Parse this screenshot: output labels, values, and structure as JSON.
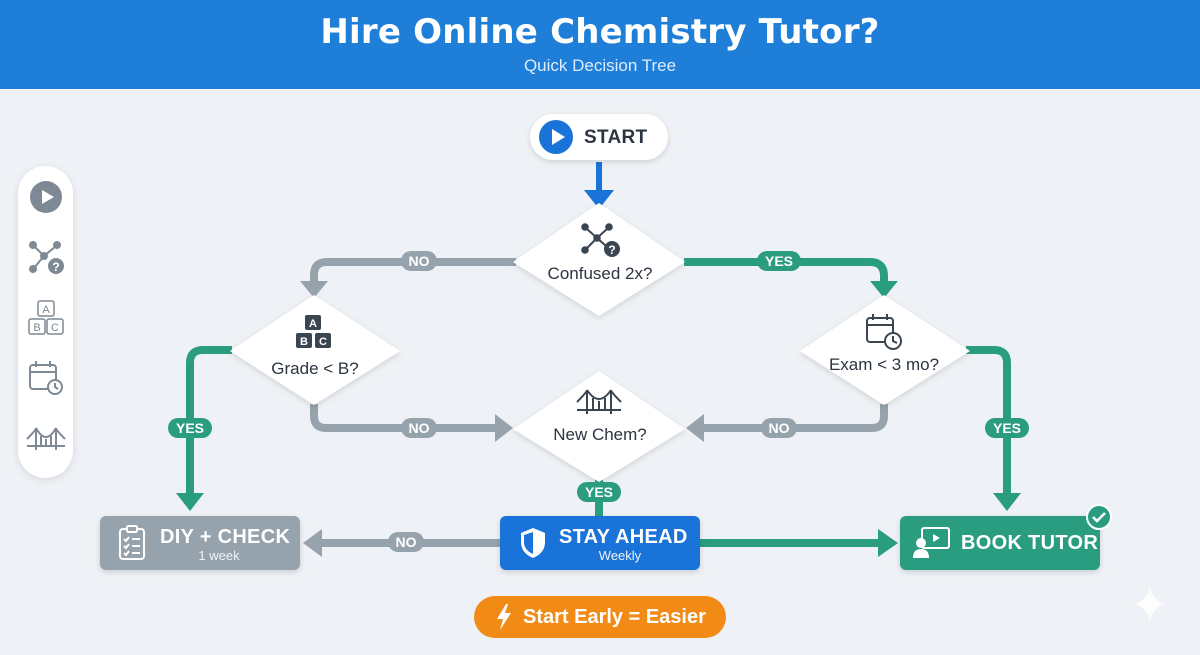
{
  "header": {
    "title": "Hire Online Chemistry Tutor?",
    "subtitle": "Quick Decision Tree"
  },
  "nodes": {
    "start": "START",
    "q_confused": "Confused 2x?",
    "q_grade": "Grade < B?",
    "q_exam": "Exam < 3 mo?",
    "q_newchem": "New Chem?",
    "diy_title": "DIY + CHECK",
    "diy_sub": "1 week",
    "stay_title": "STAY AHEAD",
    "stay_sub": "Weekly",
    "book_title": "BOOK TUTOR"
  },
  "edges": {
    "confused_no": "NO",
    "confused_yes": "YES",
    "grade_yes": "YES",
    "grade_no": "NO",
    "exam_no": "NO",
    "exam_yes": "YES",
    "newchem_yes": "YES",
    "stay_no": "NO"
  },
  "banner": {
    "text": "Start Early = Easier"
  },
  "sidebar": {
    "icons": [
      "play-icon",
      "molecule-question-icon",
      "abc-blocks-icon",
      "calendar-clock-icon",
      "bridge-icon"
    ]
  },
  "colors": {
    "header": "#1f7fd8",
    "teal": "#2a9d80",
    "gray": "#97a3ac",
    "blue": "#1a73d9",
    "orange": "#f28a16"
  }
}
